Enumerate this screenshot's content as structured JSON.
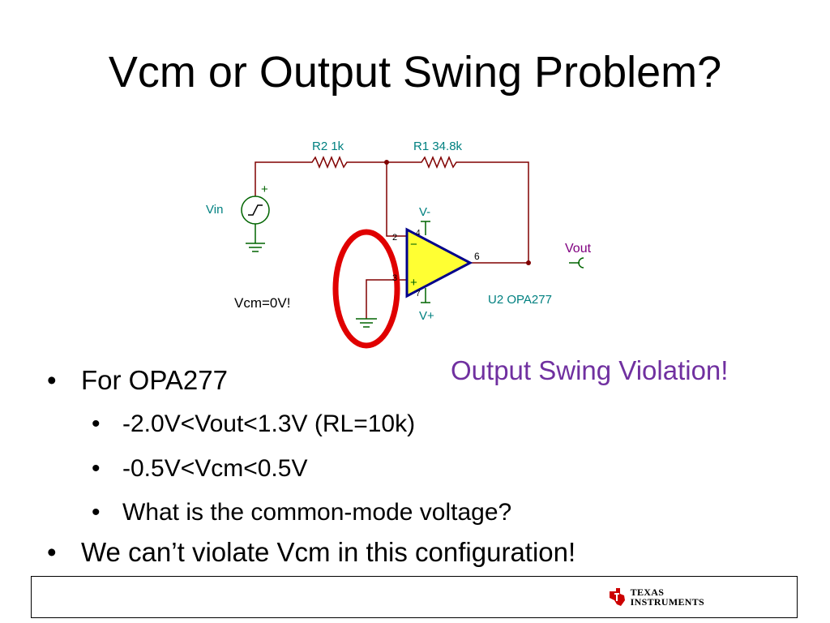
{
  "slide": {
    "title": "Vcm or Output Swing Problem?"
  },
  "schematic": {
    "r2_label": "R2 1k",
    "r1_label": "R1 34.8k",
    "vin_label": "Vin",
    "vin_plus": "+",
    "vminus_label": "V-",
    "vplus_label": "V+",
    "pin2": "2",
    "pin3": "3",
    "pin4": "4",
    "pin6": "6",
    "pin7": "7",
    "minus_sign": "−",
    "plus_sign": "+",
    "vout_label": "Vout",
    "u2_label": "U2 OPA277",
    "vcm_label": "Vcm=0V!",
    "colors": {
      "wire": "#800000",
      "component_label": "#008080",
      "opamp_fill": "#ffff33",
      "opamp_stroke": "#00008b",
      "highlight": "#e00000",
      "vout_label": "#800080"
    }
  },
  "callout": {
    "text": "Output Swing Violation!",
    "color": "#7030a0"
  },
  "bullets": {
    "b1": "For OPA277",
    "b1_sub1": "-2.0V<Vout<1.3V (RL=10k)",
    "b1_sub2": "-0.5V<Vcm<0.5V",
    "b1_sub3": "What is the common-mode voltage?",
    "b2": "We can’t violate Vcm in this configuration!"
  },
  "footer": {
    "logo_line1": "TEXAS",
    "logo_line2": "INSTRUMENTS",
    "logo_icon": "ti-state-logo-icon"
  }
}
